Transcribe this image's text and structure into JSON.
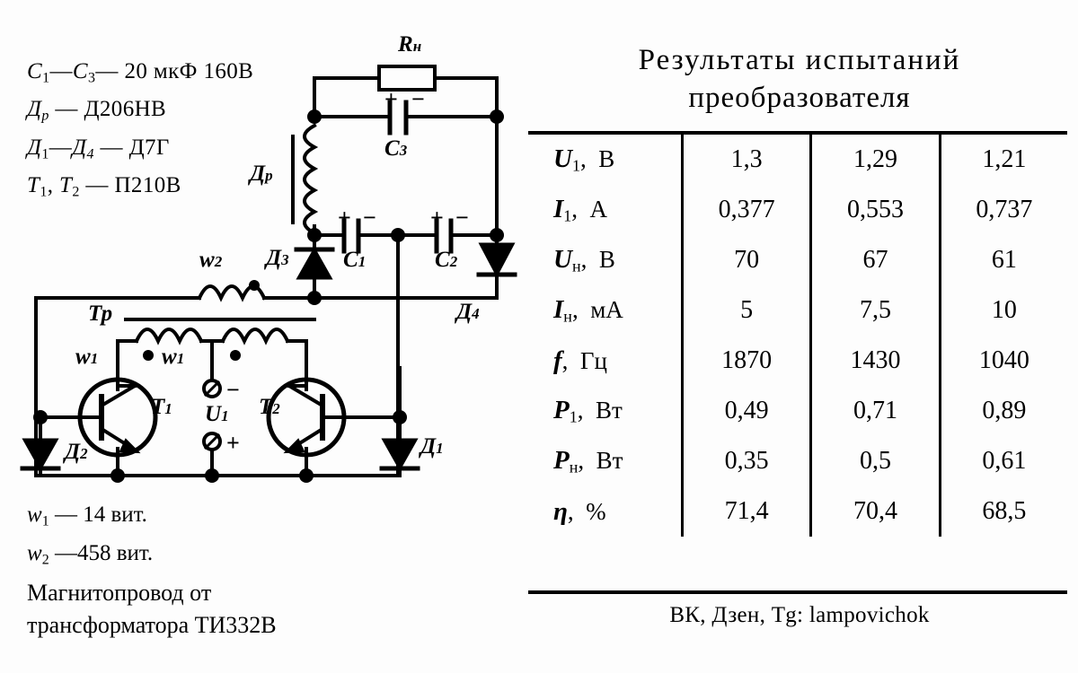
{
  "legend_top": {
    "lines": [
      {
        "sym": "C",
        "sub": "1",
        "dash": "—",
        "sym2": "C",
        "sub2": "3",
        "value": "— 20 мкФ 160В",
        "text": "C₁—C₃ — 20 мкФ 160В"
      },
      {
        "text": "Др — Д206НВ"
      },
      {
        "text": "Д1—Д4 — Д7Г"
      },
      {
        "text": "Т1, Т2 — П210В"
      }
    ],
    "line1_a": "C",
    "line1_a_sub": "1",
    "line1_b": "C",
    "line1_b_sub": "3",
    "line1_val": "20 мкФ 160В",
    "line2_a": "Д",
    "line2_a_sub": "р",
    "line2_val": "Д206НВ",
    "line3_a": "Д",
    "line3_a_sub": "1",
    "line3_b": "Д",
    "line3_b_sub": "4",
    "line3_val": "Д7Г",
    "line4_a": "Т",
    "line4_a_sub": "1",
    "line4_b": "Т",
    "line4_b_sub": "2",
    "line4_val": "П210В",
    "dash": "—"
  },
  "legend_bottom": {
    "w1_sym": "w",
    "w1_sub": "1",
    "w1_val": "14 вит.",
    "w2_sym": "w",
    "w2_sub": "2",
    "w2_val": "458 вит.",
    "dash": "—",
    "note_line1": "Магнитопровод  от",
    "note_line2": "трансформатора  ТИ332В"
  },
  "circuit": {
    "labels": {
      "rn": "R",
      "rn_sub": "н",
      "c3": "C",
      "c3_sub": "3",
      "c1": "C",
      "c1_sub": "1",
      "c2": "C",
      "c2_sub": "2",
      "dr": "Д",
      "dr_sub": "р",
      "d3": "Д",
      "d3_sub": "3",
      "d4": "Д",
      "d4_sub": "4",
      "d2": "Д",
      "d2_sub": "2",
      "d1": "Д",
      "d1_sub": "1",
      "w2": "w",
      "w2_sub": "2",
      "w1a": "w",
      "w1a_sub": "1",
      "w1b": "w",
      "w1b_sub": "1",
      "tr": "Тр",
      "t1": "T",
      "t1_sub": "1",
      "t2": "T",
      "t2_sub": "2",
      "u1": "U",
      "u1_sub": "1",
      "plus_c3": "+",
      "minus_c3": "−",
      "plus_c1": "+",
      "minus_c1": "−",
      "plus_c2": "+",
      "minus_c2": "−",
      "term_minus": "−",
      "term_plus": "+"
    }
  },
  "table": {
    "title_line1": "Результаты  испытаний",
    "title_line2": "преобразователя",
    "rows": [
      {
        "sym": "U",
        "sub": "1",
        "unit": "В",
        "values": [
          "1,3",
          "1,29",
          "1,21"
        ]
      },
      {
        "sym": "I",
        "sub": "1",
        "unit": "А",
        "values": [
          "0,377",
          "0,553",
          "0,737"
        ]
      },
      {
        "sym": "U",
        "sub": "н",
        "unit": "В",
        "values": [
          "70",
          "67",
          "61"
        ]
      },
      {
        "sym": "I",
        "sub": "н",
        "unit": "мА",
        "values": [
          "5",
          "7,5",
          "10"
        ]
      },
      {
        "sym": "f",
        "sub": "",
        "unit": "Гц",
        "values": [
          "1870",
          "1430",
          "1040"
        ]
      },
      {
        "sym": "P",
        "sub": "1",
        "unit": "Вт",
        "values": [
          "0,49",
          "0,71",
          "0,89"
        ]
      },
      {
        "sym": "P",
        "sub": "н",
        "unit": "Вт",
        "values": [
          "0,35",
          "0,5",
          "0,61"
        ]
      },
      {
        "sym": "η",
        "sub": "",
        "unit": "%",
        "values": [
          "71,4",
          "70,4",
          "68,5"
        ]
      }
    ],
    "comma": ","
  },
  "footer": {
    "credit": "ВК, Дзен, Tg:  lampovichok"
  },
  "colors": {
    "ink": "#000000",
    "paper": "#fdfdfd"
  }
}
